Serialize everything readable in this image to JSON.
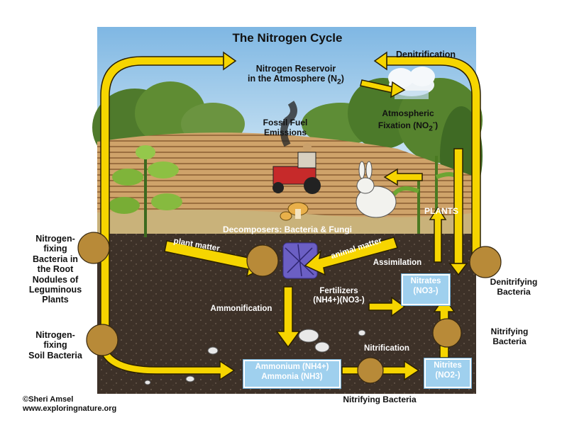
{
  "title": "The Nitrogen Cycle",
  "labels": {
    "reservoir_line1": "Nitrogen Reservoir",
    "reservoir_line2": "in the Atmosphere (N",
    "reservoir_sub": "2",
    "reservoir_end": ")",
    "denitrification": "Denitrification",
    "atmo_fix_line1": "Atmospheric",
    "atmo_fix_line2": "Fixation (NO",
    "atmo_fix_sub": "2",
    "atmo_fix_sup": "-",
    "atmo_fix_end": ")",
    "fossil_fuel_line1": "Fossil Fuel",
    "fossil_fuel_line2": "Emissions",
    "plants": "PLANTS",
    "decomposers": "Decomposers: Bacteria & Fungi",
    "plant_matter": "plant matter",
    "animal_matter": "animal matter",
    "assimilation": "Assimilation",
    "fertilizers_line1": "Fertilizers",
    "fertilizers_line2": "(NH4+)(NO3-)",
    "ammonification": "Ammonification",
    "nitrification": "Nitrification",
    "nitrogen_fixing_root": [
      "Nitrogen-",
      "fixing",
      "Bacteria in",
      "the Root",
      "Nodules of",
      "Leguminous",
      "Plants"
    ],
    "nitrogen_fixing_soil": [
      "Nitrogen-",
      "fixing",
      "Soil Bacteria"
    ],
    "denitrifying_bacteria": [
      "Denitrifying",
      "Bacteria"
    ],
    "nitrifying_bacteria_right": [
      "Nitrifying",
      "Bacteria"
    ],
    "nitrifying_bacteria_bottom": "Nitrifying Bacteria"
  },
  "boxes": {
    "nitrates_line1": "Nitrates",
    "nitrates_line2": "(NO3-)",
    "ammonium_line1": "Ammonium (NH4+)",
    "ammonium_line2": "Ammonia (NH3)",
    "nitrites_line1": "Nitrites",
    "nitrites_line2": "(NO2-)"
  },
  "credit": {
    "line1": "©Sheri Amsel",
    "line2": "www.exploringnature.org"
  },
  "colors": {
    "arrow_fill": "#f6d500",
    "arrow_stroke": "#2a2000",
    "sky": "#8fc3e6",
    "soil": "#3b2e24",
    "box": "#9fd0ee"
  }
}
